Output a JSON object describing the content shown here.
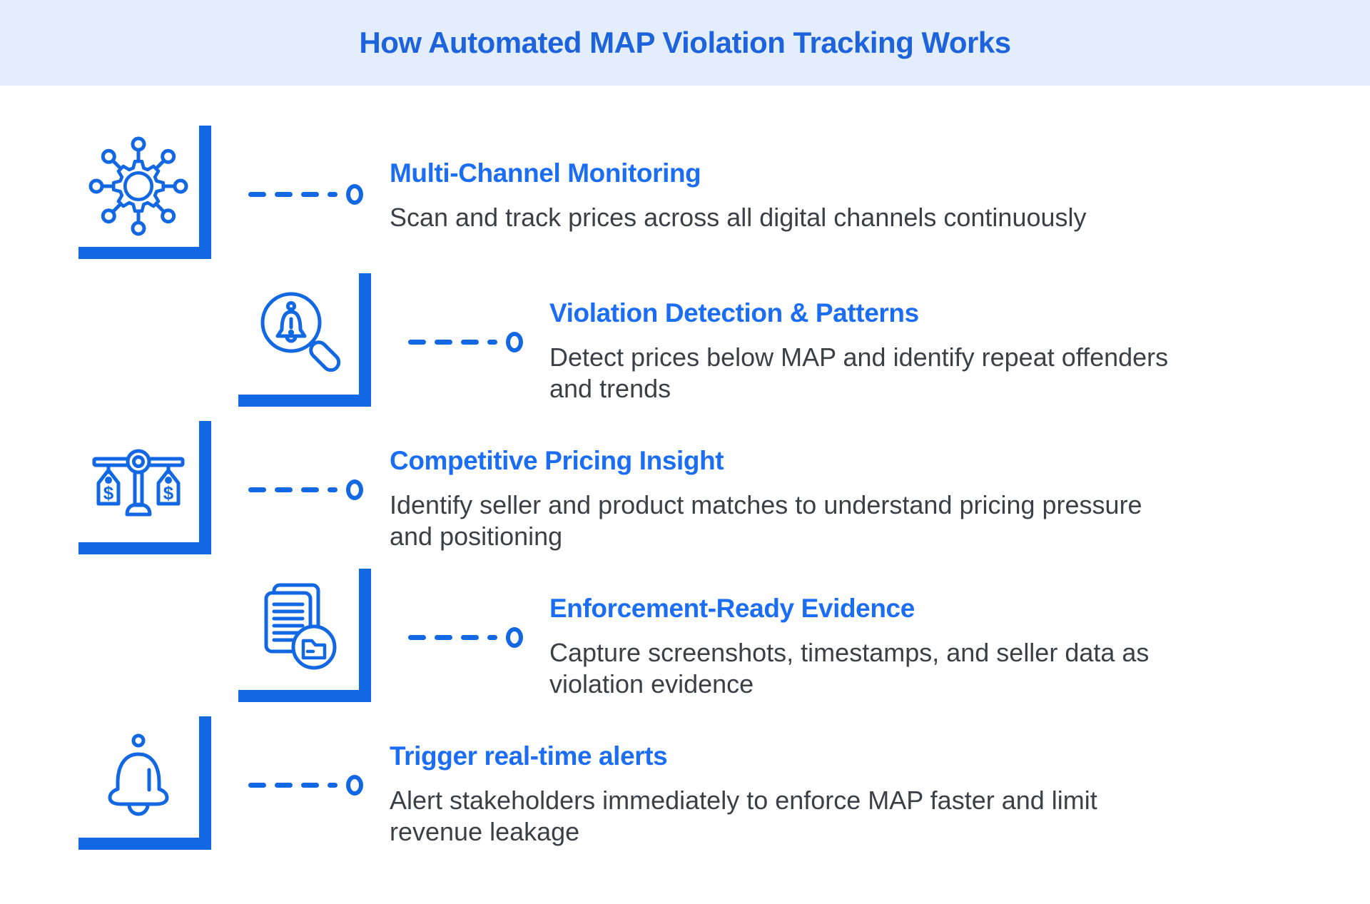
{
  "header": {
    "title": "How Automated MAP Violation Tracking Works"
  },
  "colors": {
    "accent": "#1267e2",
    "heading": "#1b6ef3",
    "title": "#1d64dc",
    "header_bg": "#e3edfc",
    "description": "#3c4046",
    "background": "#ffffff"
  },
  "steps": [
    {
      "icon": "network-hub-icon",
      "heading": "Multi-Channel Monitoring",
      "description": "Scan and track prices across all digital channels continuously"
    },
    {
      "icon": "violation-magnifier-icon",
      "heading": "Violation Detection & Patterns",
      "description": "Detect prices below MAP and identify repeat offenders\nand trends"
    },
    {
      "icon": "balance-scale-icon",
      "heading": "Competitive Pricing Insight",
      "description": "Identify seller and product matches to understand pricing pressure\nand positioning"
    },
    {
      "icon": "documents-folder-icon",
      "heading": "Enforcement-Ready Evidence",
      "description": "Capture screenshots, timestamps, and seller data as\nviolation evidence"
    },
    {
      "icon": "bell-alert-icon",
      "heading": "Trigger real-time alerts",
      "description": "Alert stakeholders immediately to enforce MAP faster and limit\nrevenue leakage"
    }
  ]
}
